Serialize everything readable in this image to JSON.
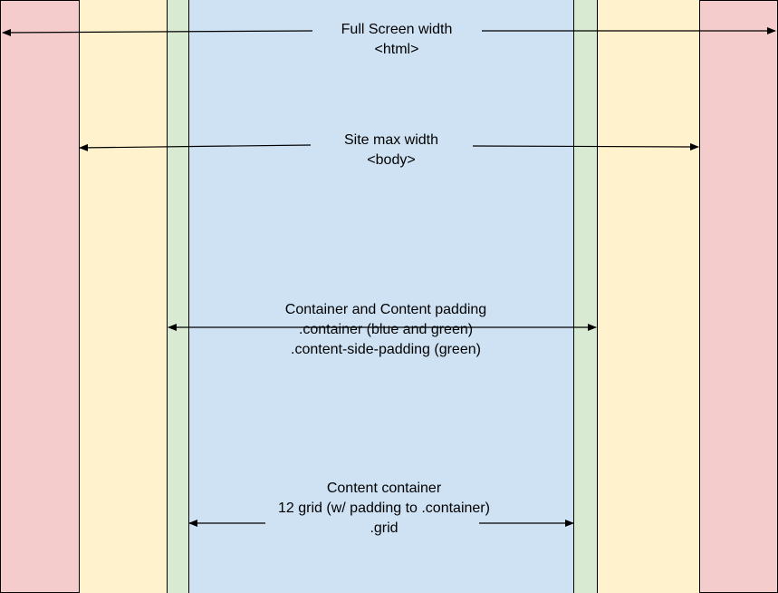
{
  "colors": {
    "html_band": "#f4cccc",
    "body_band": "#fff2cc",
    "padding_band": "#d9ead3",
    "grid_band": "#cfe2f3",
    "outline": "#000000"
  },
  "labels": {
    "full_screen": {
      "line1": "Full Screen width",
      "line2": "<html>"
    },
    "site_max": {
      "line1": "Site max width",
      "line2": "<body>"
    },
    "container": {
      "line1": "Container and Content padding",
      "line2": ".container (blue and green)",
      "line3": ".content-side-padding (green)"
    },
    "content": {
      "line1": "Content container",
      "line2": "12 grid (w/ padding to .container)",
      "line3": ".grid"
    }
  }
}
